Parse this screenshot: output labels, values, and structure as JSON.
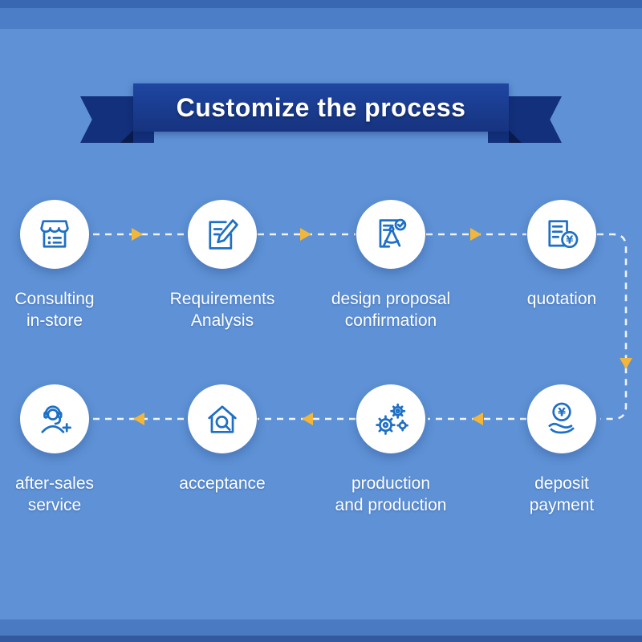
{
  "banner": {
    "title": "Customize the process",
    "ribbon_color": "#16337e"
  },
  "steps": [
    {
      "label": "Consulting\nin-store",
      "icon": "storefront-icon"
    },
    {
      "label": "Requirements\nAnalysis",
      "icon": "pencil-edit-icon"
    },
    {
      "label": "design proposal\nconfirmation",
      "icon": "compass-document-icon"
    },
    {
      "label": "quotation",
      "icon": "invoice-yen-icon"
    },
    {
      "label": "deposit\npayment",
      "icon": "hand-coin-yen-icon"
    },
    {
      "label": "production\nand production",
      "icon": "gears-icon"
    },
    {
      "label": "acceptance",
      "icon": "house-magnifier-icon"
    },
    {
      "label": "after-sales\nservice",
      "icon": "headset-support-icon"
    }
  ],
  "flow": {
    "row1_direction": "left-to-right",
    "row2_direction": "right-to-left",
    "dash_color": "#eef4fc",
    "arrowhead_color": "#f2b63a"
  },
  "colors": {
    "background": "#5e91d5",
    "icon_stroke": "#1e6fc6",
    "label_text": "#ffffff"
  }
}
